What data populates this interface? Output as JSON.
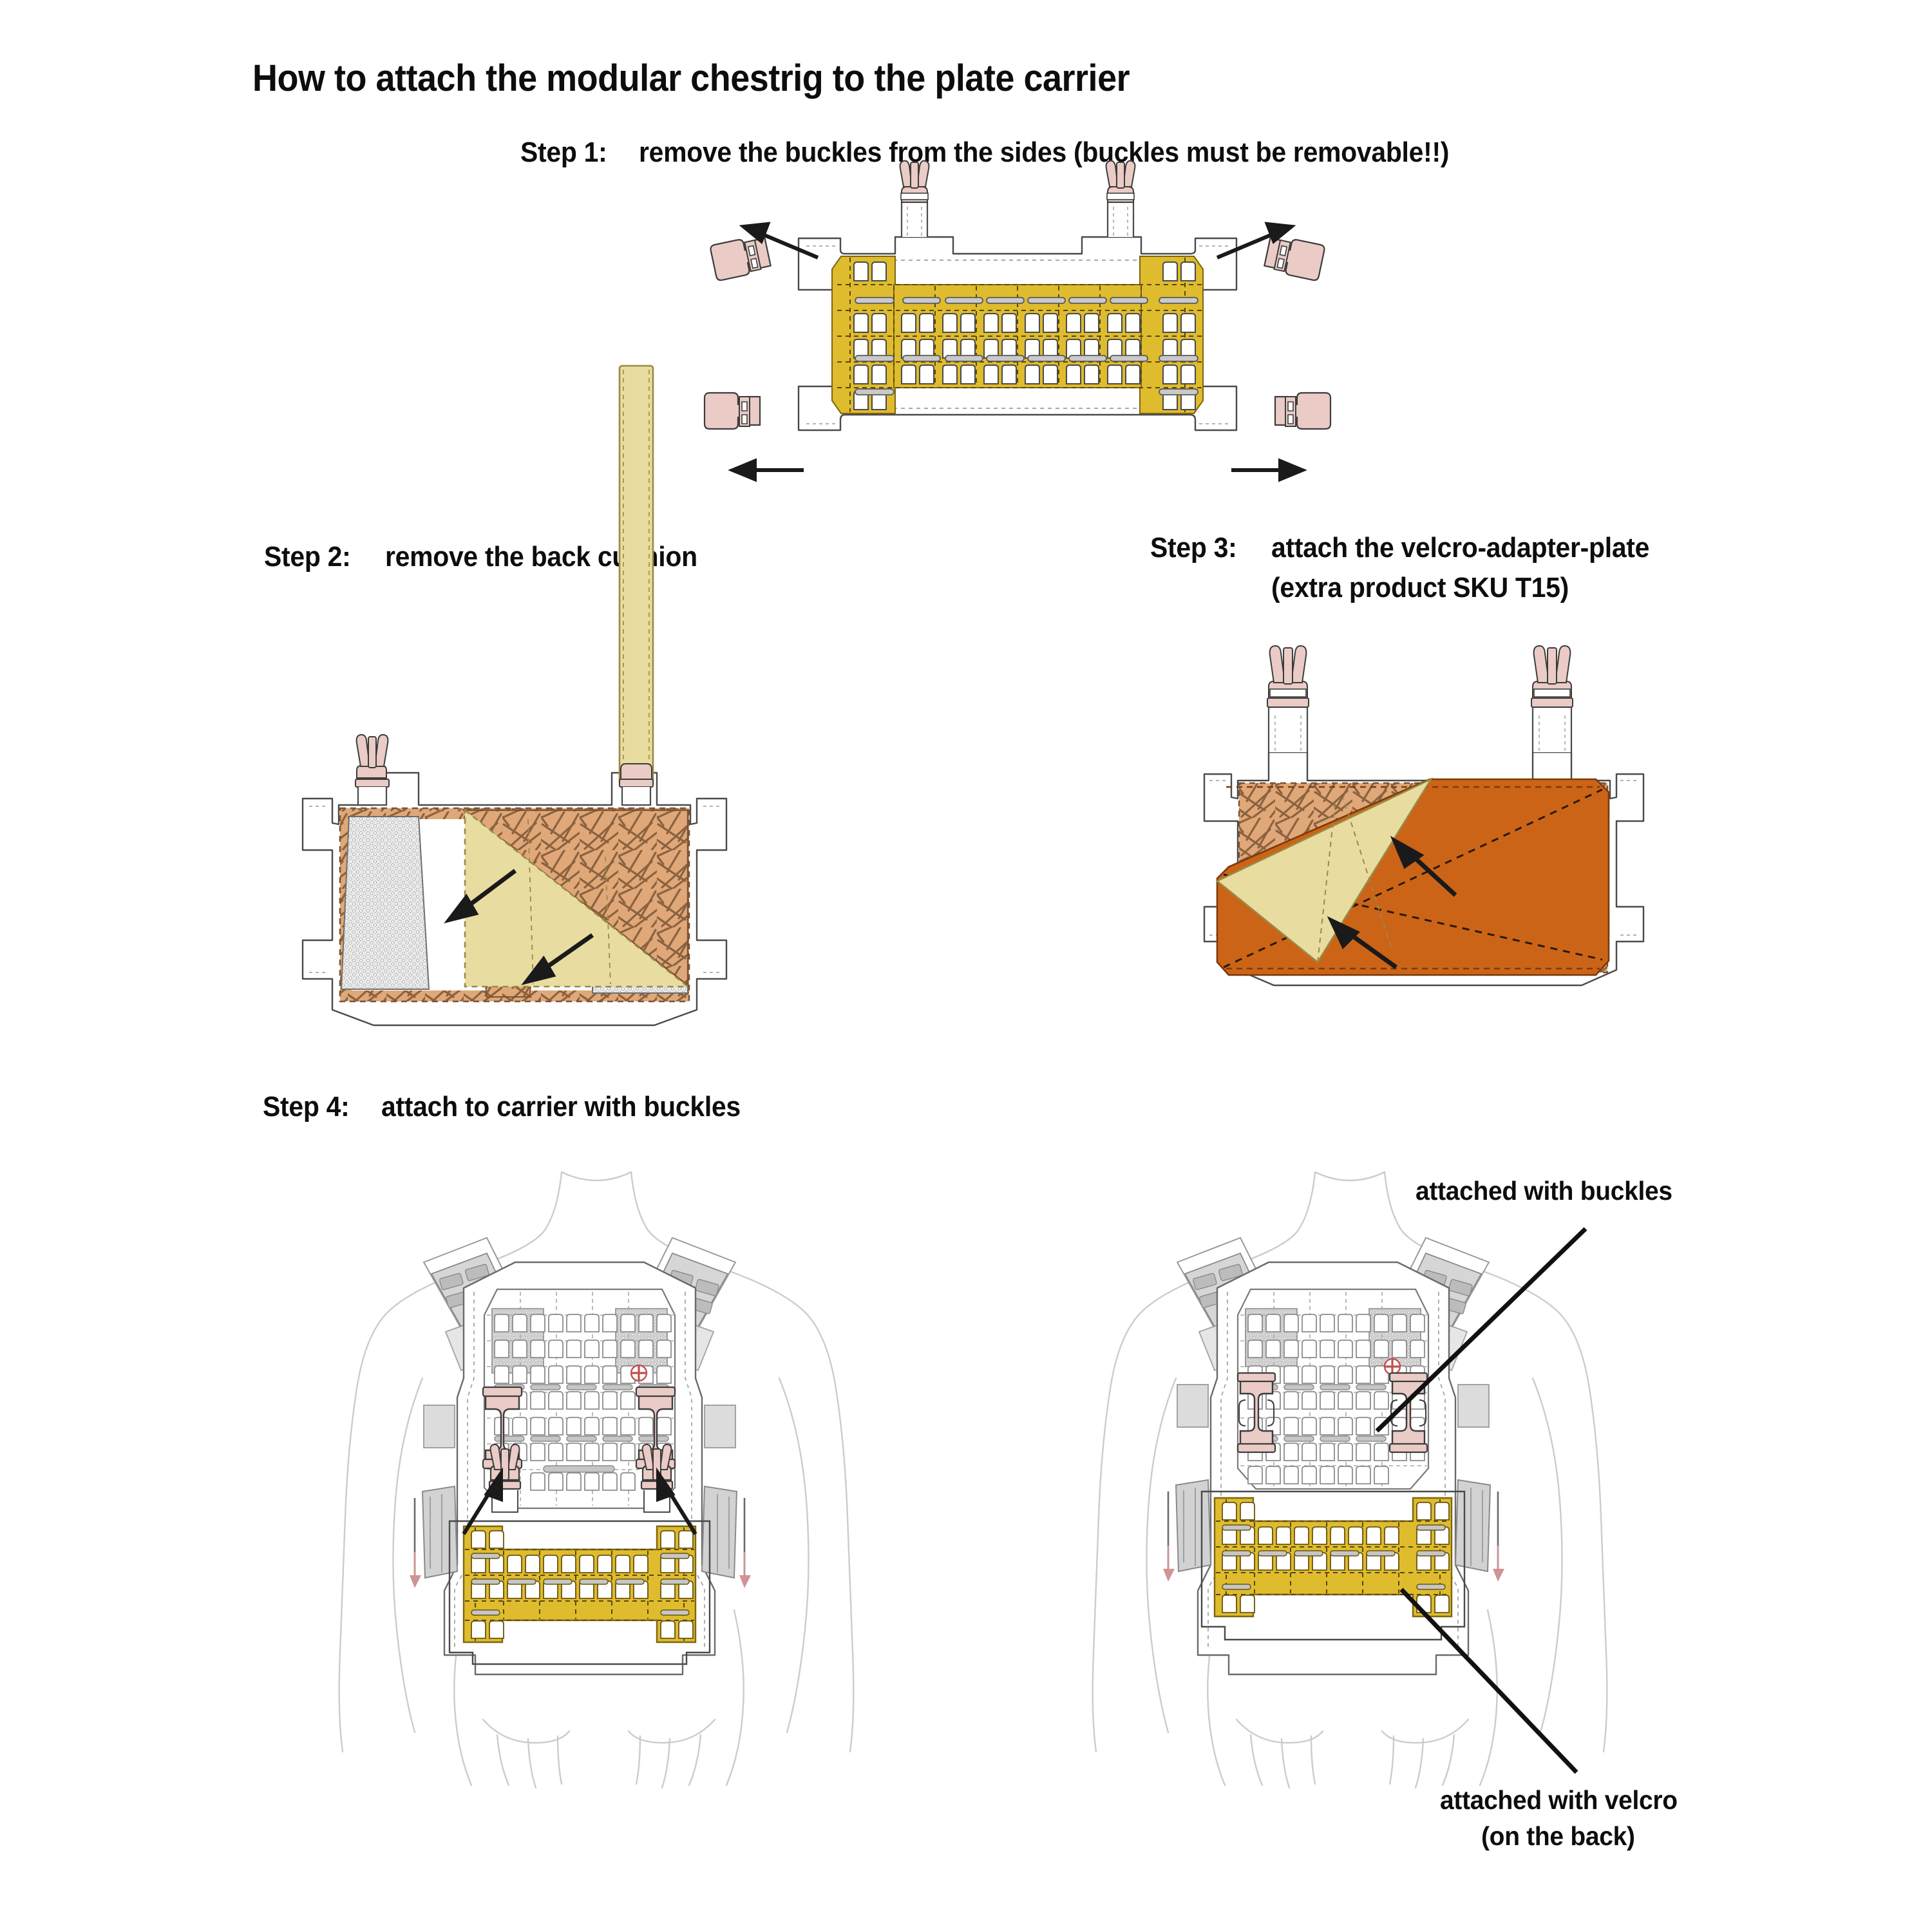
{
  "document": {
    "title": "How to attach the modular chestrig to the plate carrier",
    "type": "instructional-diagram",
    "background_color": "#ffffff"
  },
  "palette": {
    "molle_yellow": "#DEBC2E",
    "molle_yellow_dark": "#8A6E14",
    "buckle_pink": "#EACBC5",
    "buckle_pink_dark": "#C09A94",
    "velcro_orange": "#CC6418",
    "velcro_orange_dark": "#7A3A0C",
    "cushion_tan": "#E0A878",
    "cushion_brown": "#8B6240",
    "pale_yellow": "#E8DCA0",
    "pale_yellow_dark": "#A8974E",
    "outline_grey": "#555555",
    "light_grey": "#BBBBBB",
    "body_line": "#C8C8C8",
    "ink": "#111111",
    "red_arrow": "#D08080"
  },
  "steps": [
    {
      "id": "step-1",
      "label": "Step 1:",
      "text": "remove the buckles from the sides (buckles must be removable!!)",
      "figure": "chestrig-flat-with-detaching-buckles",
      "arrow_count": 4
    },
    {
      "id": "step-2",
      "label": "Step 2:",
      "text": "remove the back cushion",
      "figure": "chestrig-back-cushion-removal",
      "arrow_count": 2
    },
    {
      "id": "step-3",
      "label": "Step 3:",
      "text": "attach the velcro-adapter-plate",
      "text_line2": "(extra product SKU T15)",
      "figure": "chestrig-velcro-adapter-plate",
      "arrow_count": 2
    },
    {
      "id": "step-4",
      "label": "Step 4:",
      "text": "attach to carrier with buckles",
      "figure_left": "torso-plate-carrier-chestrig-attaching",
      "figure_right": "torso-plate-carrier-chestrig-attached",
      "arrow_count": 2
    }
  ],
  "callouts": [
    {
      "id": "callout-buckles",
      "text": "attached with buckles",
      "points_to": "side-release-buckle-on-carrier"
    },
    {
      "id": "callout-velcro",
      "text_line1": "attached with velcro",
      "text_line2": "(on the back)",
      "points_to": "chestrig-lower-panel"
    }
  ]
}
